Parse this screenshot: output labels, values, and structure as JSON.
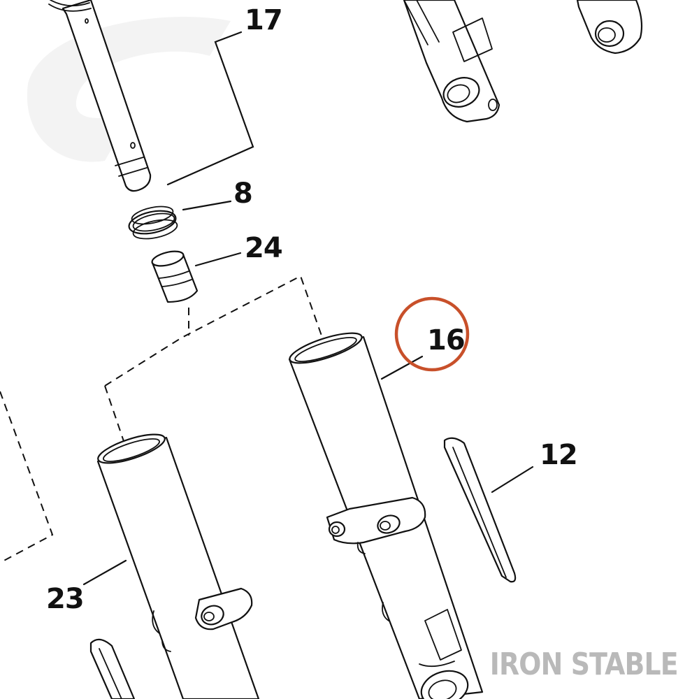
{
  "diagram": {
    "callouts": [
      {
        "id": "17",
        "label": "17"
      },
      {
        "id": "8",
        "label": "8"
      },
      {
        "id": "24",
        "label": "24"
      },
      {
        "id": "16",
        "label": "16"
      },
      {
        "id": "12",
        "label": "12"
      },
      {
        "id": "23",
        "label": "23"
      }
    ],
    "highlighted_callout": "16",
    "highlight_color": "#c8502a",
    "watermark": "IRON STABLE"
  }
}
